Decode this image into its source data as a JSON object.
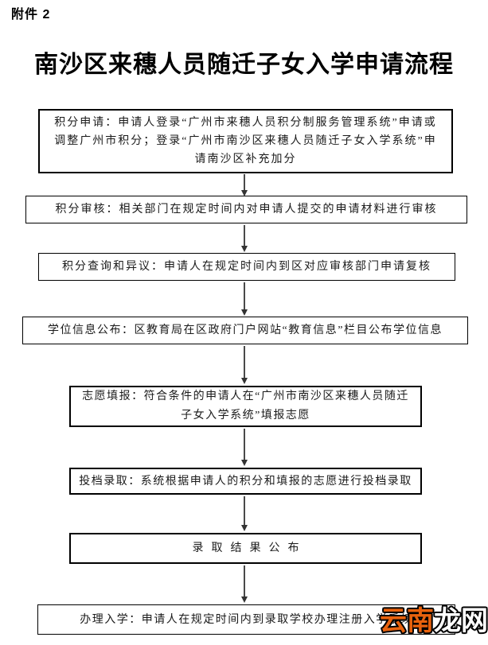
{
  "page": {
    "attachment_label": "附件 2",
    "title": "南沙区来穗人员随迁子女入学申请流程"
  },
  "flow": {
    "boxes": [
      {
        "step": "积分申请",
        "lines": [
          "积分申请：申请人登录“广州市来穗人员积分制服务管理系统”申请或",
          "调整广州市积分；登录“广州市南沙区来穗人员随迁子女入学系统”申",
          "请南沙区补充加分"
        ]
      },
      {
        "step": "积分审核",
        "lines": [
          "积分审核：相关部门在规定时间内对申请人提交的申请材料进行审核"
        ]
      },
      {
        "step": "积分查询和异议",
        "lines": [
          "积分查询和异议：申请人在规定时间内到区对应审核部门申请复核"
        ]
      },
      {
        "step": "学位信息公布",
        "lines": [
          "学位信息公布：区教育局在区政府门户网站“教育信息”栏目公布学位信息"
        ]
      },
      {
        "step": "志愿填报",
        "lines": [
          "志愿填报：符合条件的申请人在“广州市南沙区来穗人员随迁",
          "子女入学系统”填报志愿"
        ]
      },
      {
        "step": "投档录取",
        "lines": [
          "投档录取：系统根据申请人的积分和填报的志愿进行投档录取"
        ]
      },
      {
        "step": "录取结果公布",
        "lines": [
          "录取结果公布"
        ]
      },
      {
        "step": "办理入学",
        "lines": [
          "办理入学：申请人在规定时间内到录取学校办理注册入学手续"
        ]
      }
    ]
  },
  "watermark": {
    "text": "云南龙网",
    "chars": [
      {
        "char": "云",
        "color": "#e8620d"
      },
      {
        "char": "南",
        "color": "#e8620d"
      },
      {
        "char": "龙",
        "color": "#ffffff"
      },
      {
        "char": "网",
        "color": "#ffffff"
      }
    ]
  },
  "colors": {
    "text": "#1a1a1a",
    "border": "#000000",
    "arrow": "#4a4a4a",
    "watermark_orange": "#e8620d",
    "watermark_white": "#ffffff",
    "background": "#ffffff"
  }
}
